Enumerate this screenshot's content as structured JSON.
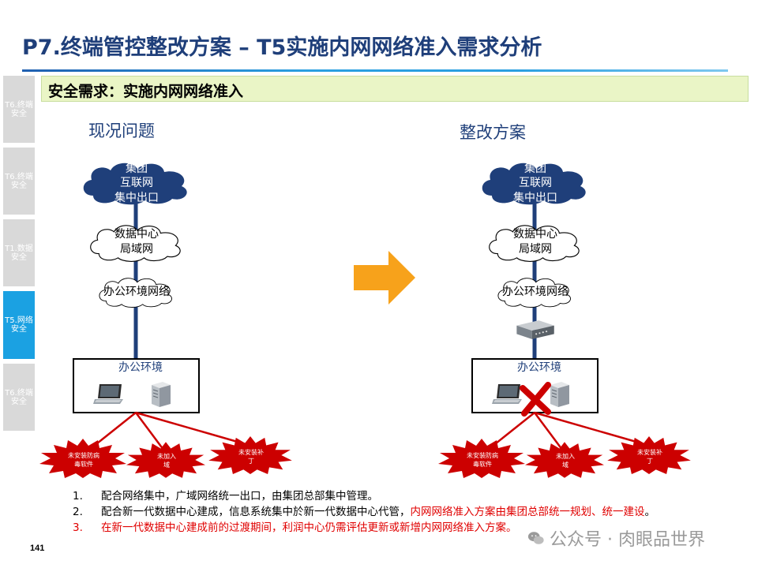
{
  "title": "P7.终端管控整改方案 – T5实施内网网络准入需求分析",
  "side_tabs": [
    {
      "label": "T6.终端安全",
      "active": false
    },
    {
      "label": "T6.终端安全",
      "active": false
    },
    {
      "label": "T1.数据安全",
      "active": false
    },
    {
      "label": "T5.网络安全",
      "active": true
    },
    {
      "label": "T6.终端安全",
      "active": false
    }
  ],
  "requirement": "安全需求：实施内网网络准入",
  "left": {
    "heading": "现况问题",
    "cloud_top": [
      "集团",
      "互联网",
      "集中出口"
    ],
    "cloud_dc": [
      "数据中心",
      "局域网"
    ],
    "cloud_office": "办公环境网络",
    "box_label": "办公环境",
    "bursts": [
      [
        "未安装防病",
        "毒软件"
      ],
      [
        "未加入",
        "域"
      ],
      [
        "未安装补",
        "丁"
      ]
    ]
  },
  "right": {
    "heading": "整改方案",
    "cloud_top": [
      "集团",
      "互联网",
      "集中出口"
    ],
    "cloud_dc": [
      "数据中心",
      "局域网"
    ],
    "cloud_office": "办公环境网络",
    "box_label": "办公环境",
    "bursts": [
      [
        "未安装防病",
        "毒软件"
      ],
      [
        "未加入",
        "域"
      ],
      [
        "未安装补",
        "丁"
      ]
    ]
  },
  "notes": [
    {
      "num": "1.",
      "parts": [
        {
          "text": "配合网络集中，广域网络统一出口，由集团总部集中管理。",
          "red": false
        }
      ]
    },
    {
      "num": "2.",
      "parts": [
        {
          "text": "配合新一代数据中心建成，信息系统集中於新一代数据中心代管，",
          "red": false
        },
        {
          "text": "内网网络准入方案由集团总部统一规划、统一建设",
          "red": true
        },
        {
          "text": "。",
          "red": false
        }
      ]
    },
    {
      "num": "3.",
      "red": true,
      "parts": [
        {
          "text": "在新一代数据中心建成前的过渡期间，利润中心仍需评估更新或新增内网网络准入方案。",
          "red": true
        }
      ]
    }
  ],
  "page_number": "141",
  "watermark": "公众号 · 肉眼品世界",
  "colors": {
    "title": "#1f3f7a",
    "cloud_fill": "#1f3f7a",
    "arrow": "#f7a21b",
    "burst": "#cc0000",
    "tab_active": "#1ba1e2"
  }
}
